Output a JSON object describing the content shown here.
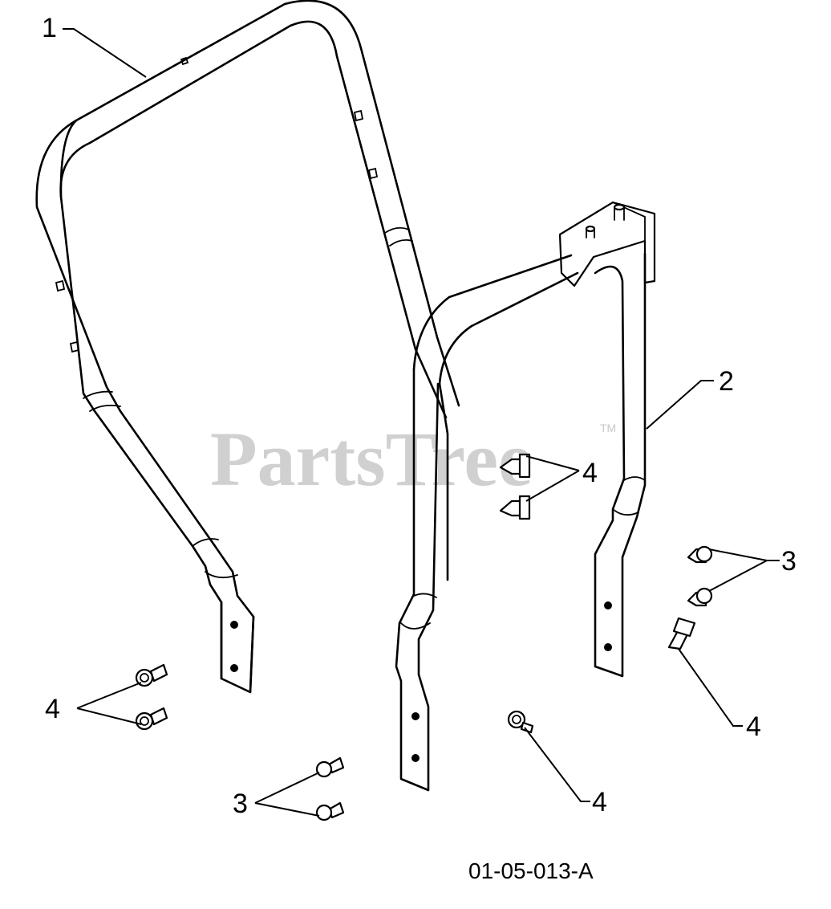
{
  "watermark": {
    "text": "PartsTree",
    "trademark": "TM"
  },
  "figure_id": "01-05-013-A",
  "callouts": {
    "c1": "1",
    "c2": "2",
    "c3_right": "3",
    "c3_left": "3",
    "c4_center": "4",
    "c4_left": "4",
    "c4_right": "4",
    "c4_bottom": "4"
  },
  "colors": {
    "line": "#000000",
    "background": "#ffffff",
    "watermark": "#c8c8c8"
  }
}
